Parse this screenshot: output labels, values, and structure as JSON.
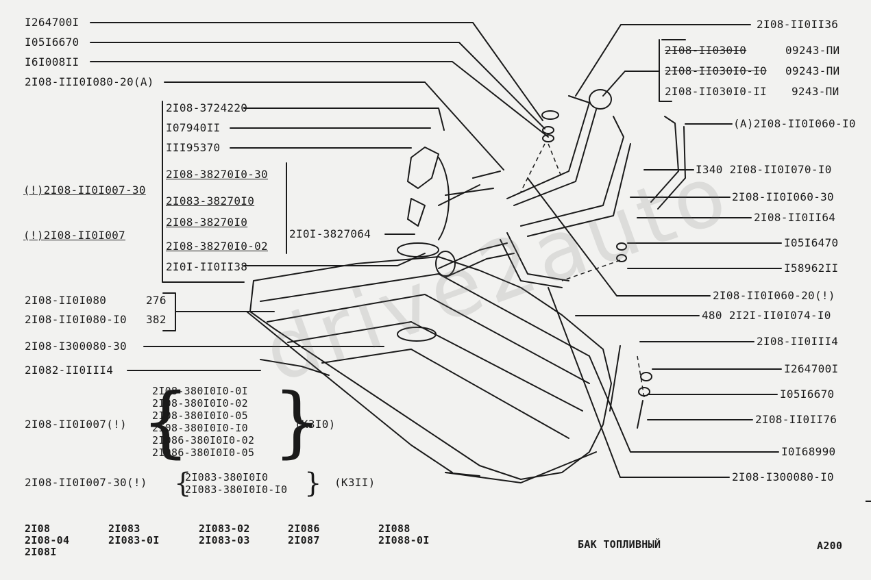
{
  "labels_left": {
    "l1": "I264700I",
    "l2": "I05I6670",
    "l3": "I6I008II",
    "l4": "2I08-III0I080-20(A)",
    "l5": "2I08-3724220",
    "l6": "I07940II",
    "l7": "III95370",
    "l8": "2I08-38270I0-30",
    "l9": "2I083-38270I0",
    "l10": "2I08-38270I0",
    "l11": "2I08-38270I0-02",
    "l12": "2I0I-II0II38",
    "l13": "(!)2I08-II0I007-30",
    "l14": "(!)2I08-II0I007",
    "l15": "2I0I-3827064",
    "l16": "2I08-II0I080",
    "l17": "276",
    "l18": "2I08-II0I080-I0",
    "l19": "382",
    "l20": "2I08-I300080-30",
    "l21": "2I082-II0III4",
    "l22": "2I08-II0I007(!)",
    "l23": "2I08-II0I007-30(!)"
  },
  "group_k310": {
    "items": [
      "2I08-380I0I0-0I",
      "2I08-380I0I0-02",
      "2I08-380I0I0-05",
      "2I08-380I0I0-I0",
      "2I086-380I0I0-02",
      "2I086-380I0I0-05"
    ],
    "tag": "(K3I0)"
  },
  "group_k311": {
    "items": [
      "2I083-380I0I0",
      "2I083-380I0I0-I0"
    ],
    "tag": "(K3II)"
  },
  "labels_right": {
    "r1": "2I08-II0II36",
    "r2a": "2I08-II030I0",
    "r2a_code": "09243-ПИ",
    "r2b": "2I08-II030I0-I0",
    "r2b_code": "09243-ПИ",
    "r2c": "2I08-II030I0-II",
    "r2c_code": "9243-ПИ",
    "r3": "(A)2I08-II0I060-I0",
    "r4": "I340 2I08-II0I070-I0",
    "r5": "2I08-II0I060-30",
    "r6": "2I08-II0II64",
    "r7": "I05I6470",
    "r8": "I58962II",
    "r9": "2I08-II0I060-20(!)",
    "r10": "480 2I2I-II0I074-I0",
    "r11": "2I08-II0III4",
    "r12": "I264700I",
    "r13": "I05I6670",
    "r14": "2I08-II0II76",
    "r15": "I0I68990",
    "r16": "2I08-I300080-I0"
  },
  "footer": {
    "models": [
      [
        "2I08",
        "2I08-04",
        "2I08I"
      ],
      [
        "2I083",
        "2I083-0I"
      ],
      [
        "2I083-02",
        "2I083-03"
      ],
      [
        "2I086",
        "2I087"
      ],
      [
        "2I088",
        "2I088-0I"
      ]
    ],
    "title": "БАК ТОПЛИВНЫЙ",
    "code": "A200"
  },
  "watermark": "drive2auto"
}
